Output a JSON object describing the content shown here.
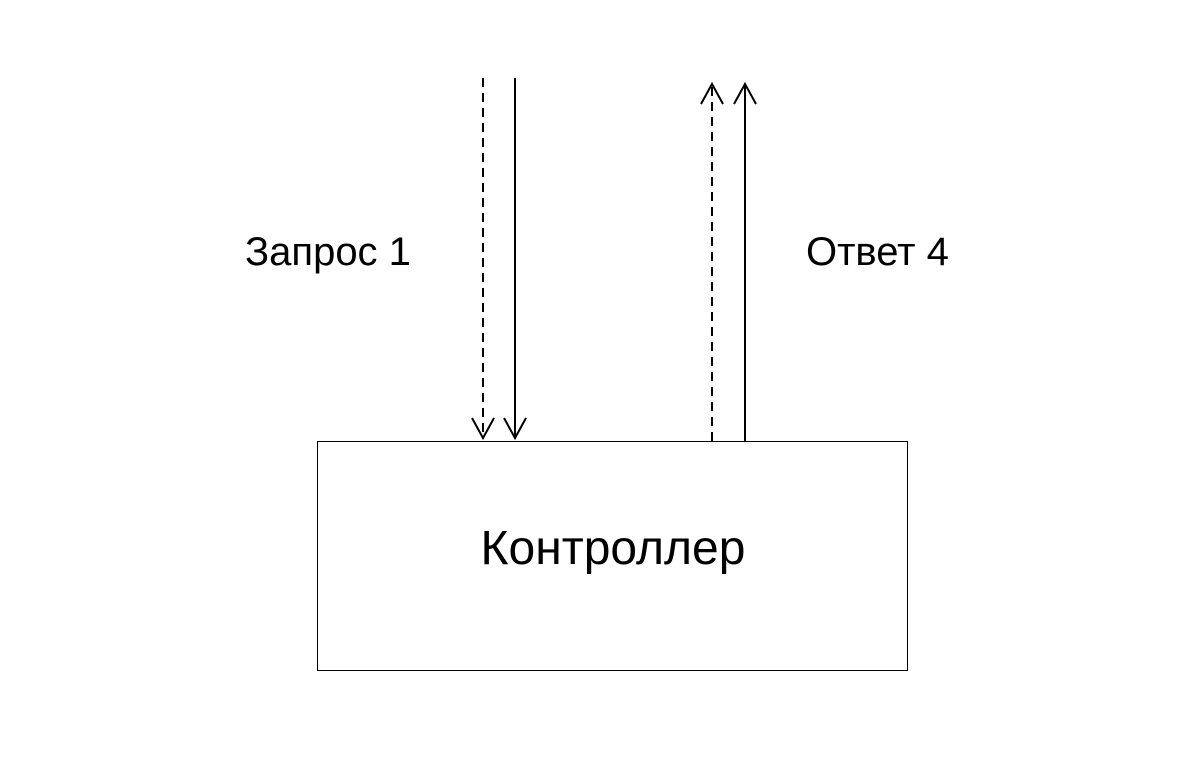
{
  "diagram": {
    "request_label": "Запрос 1",
    "response_label": "Ответ 4",
    "controller_label": "Контроллер",
    "line_color": "#000000",
    "background_color": "#ffffff"
  }
}
